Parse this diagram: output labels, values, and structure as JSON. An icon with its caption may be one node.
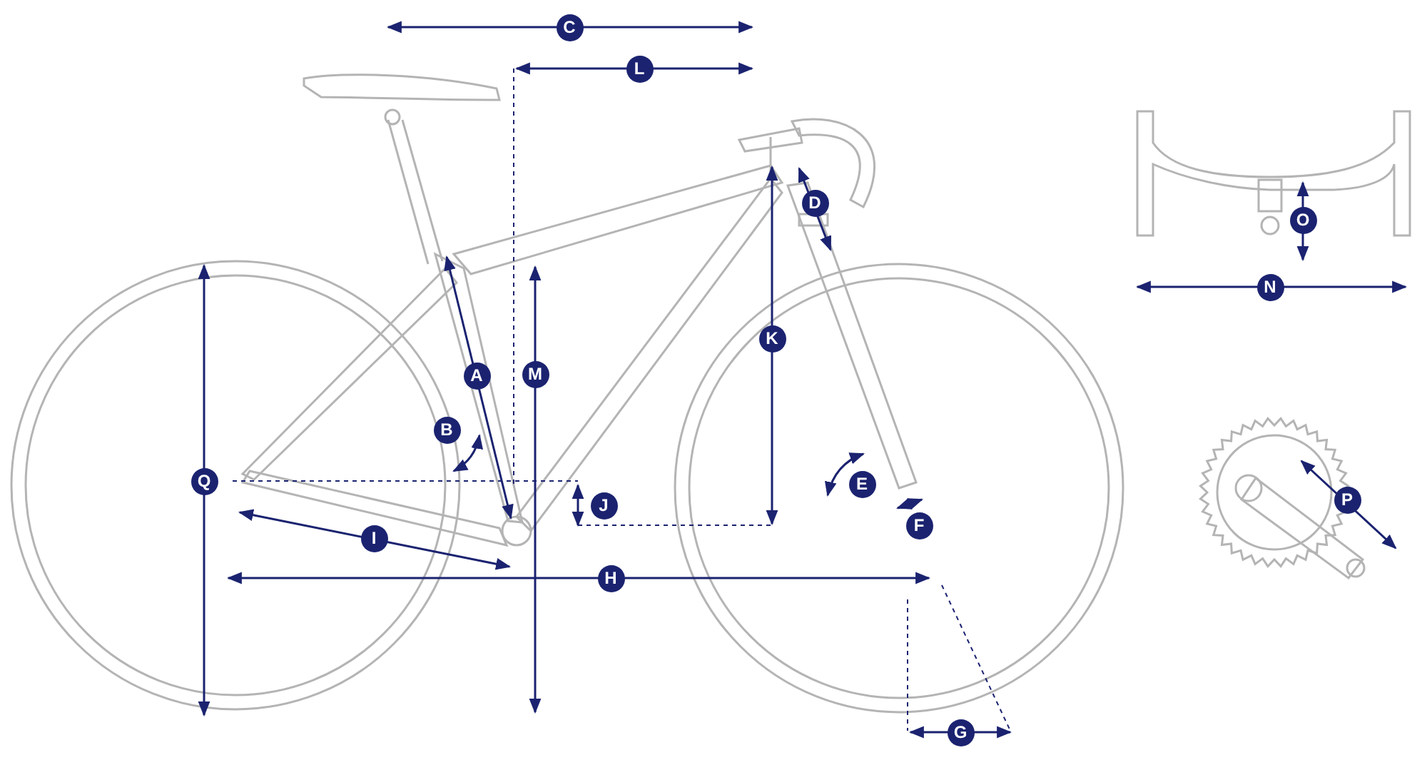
{
  "diagram": {
    "labels": [
      "C",
      "L",
      "D",
      "O",
      "N",
      "K",
      "M",
      "A",
      "B",
      "Q",
      "E",
      "J",
      "P",
      "F",
      "I",
      "H",
      "G"
    ]
  }
}
